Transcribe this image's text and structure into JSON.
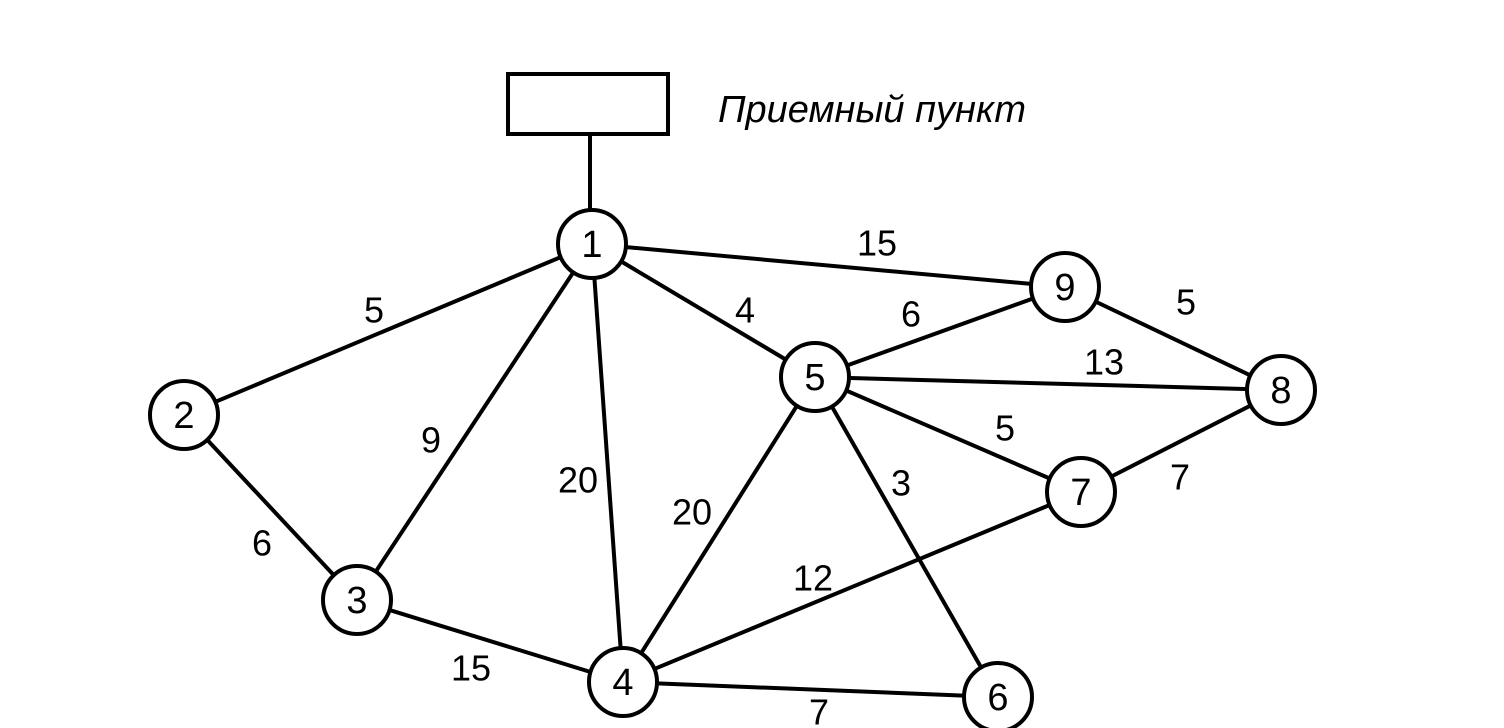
{
  "colors": {
    "stroke": "#000000",
    "background": "#ffffff"
  },
  "receiving_point": {
    "label": "Приемный пункт",
    "connected_node": "1"
  },
  "nodes": [
    {
      "id": "1",
      "label": "1"
    },
    {
      "id": "2",
      "label": "2"
    },
    {
      "id": "3",
      "label": "3"
    },
    {
      "id": "4",
      "label": "4"
    },
    {
      "id": "5",
      "label": "5"
    },
    {
      "id": "6",
      "label": "6"
    },
    {
      "id": "7",
      "label": "7"
    },
    {
      "id": "8",
      "label": "8"
    },
    {
      "id": "9",
      "label": "9"
    }
  ],
  "edges": [
    {
      "from": "1",
      "to": "2",
      "weight": "5"
    },
    {
      "from": "1",
      "to": "3",
      "weight": "9"
    },
    {
      "from": "1",
      "to": "4",
      "weight": "20"
    },
    {
      "from": "1",
      "to": "5",
      "weight": "4"
    },
    {
      "from": "1",
      "to": "9",
      "weight": "15"
    },
    {
      "from": "2",
      "to": "3",
      "weight": "6"
    },
    {
      "from": "3",
      "to": "4",
      "weight": "15"
    },
    {
      "from": "4",
      "to": "5",
      "weight": "20"
    },
    {
      "from": "4",
      "to": "6",
      "weight": "7"
    },
    {
      "from": "4",
      "to": "7",
      "weight": "12"
    },
    {
      "from": "5",
      "to": "6",
      "weight": "3"
    },
    {
      "from": "5",
      "to": "7",
      "weight": "5"
    },
    {
      "from": "5",
      "to": "8",
      "weight": "13"
    },
    {
      "from": "5",
      "to": "9",
      "weight": "6"
    },
    {
      "from": "7",
      "to": "8",
      "weight": "7"
    },
    {
      "from": "9",
      "to": "8",
      "weight": "5"
    }
  ]
}
